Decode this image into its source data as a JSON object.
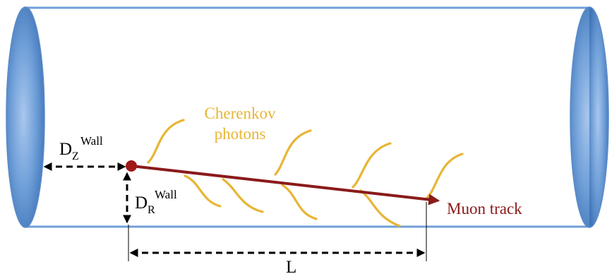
{
  "labels": {
    "cherenkov_line1": "Cherenkov",
    "cherenkov_line2": "photons",
    "dz_base": "D",
    "dz_sub": "Z",
    "dz_sup": "Wall",
    "dr_base": "D",
    "dr_sub": "R",
    "dr_sup": "Wall",
    "muon_track": "Muon track",
    "length": "L"
  },
  "colors": {
    "tank_fill": "#ffffff",
    "tank_outline": "#7ea3cc",
    "end_cap": "#6f9fd8",
    "end_cap_dark": "#3f74b8",
    "photon": "#e8b534",
    "muon": "#8b1a1a",
    "vertex": "#a01818",
    "dimension": "#000000",
    "cherenkov_text": "#e8b534"
  }
}
